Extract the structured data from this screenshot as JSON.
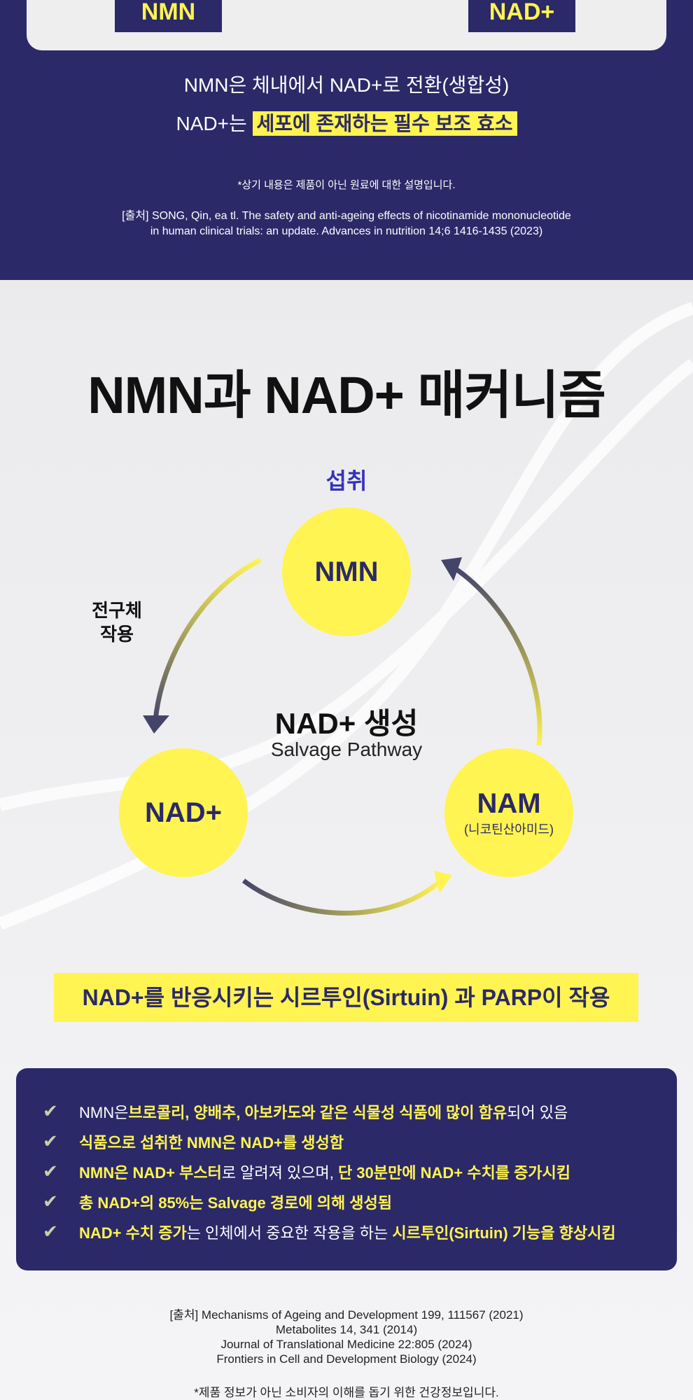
{
  "top": {
    "tag_left": "NMN",
    "tag_right": "NAD+",
    "line1": "NMN은 체내에서 NAD+로 전환(생합성)",
    "line2_prefix": "NAD+는",
    "line2_highlight": "세포에 존재하는 필수 보조 효소",
    "note": "*상기 내용은 제품이 아닌 원료에 대한 설명입니다.",
    "citation_1": "[출처] SONG, Qin, ea tl. The safety and anti-ageing effects of nicotinamide mononucleotide",
    "citation_2": "in human clinical trials: an update. Advances in nutrition 14;6 1416-1435 (2023)"
  },
  "mechanism": {
    "title": "NMN과 NAD+ 매커니즘",
    "intake": "섭취",
    "nmn": "NMN",
    "nad": "NAD+",
    "nam": "NAM",
    "nam_sub": "(니코틴산아미드)",
    "precursor_1": "전구체",
    "precursor_2": "작용",
    "center_title": "NAD+ 생성",
    "center_sub": "Salvage Pathway",
    "banner": "NAD+를 반응시키는 시르투인(Sirtuin) 과 PARP이 작용"
  },
  "facts": [
    {
      "a": "NMN은 ",
      "b": "브로콜리, 양배추, 아보카도와 같은 식물성 식품에 많이 함유",
      "c": "되어 있음"
    },
    {
      "a": "",
      "b": "식품으로 섭취한 NMN은 NAD+를 생성함",
      "c": ""
    },
    {
      "a": "",
      "b": "NMN은 NAD+ 부스터",
      "c": "로 알려져 있으며, ",
      "d": "단 30분만에 NAD+ 수치를 증가시킴"
    },
    {
      "a": "",
      "b": "총 NAD+의 85%는 Salvage 경로에 의해 생성됨",
      "c": ""
    },
    {
      "a": "",
      "b": "NAD+ 수치 증가",
      "c": "는 인체에서 중요한 작용을 하는 ",
      "d": "시르투인(Sirtuin) 기능을 향상시킴"
    }
  ],
  "check": "✔",
  "references": [
    "[출처] Mechanisms of Ageing and Development 199, 111567 (2021)",
    "Metabolites 14, 341 (2014)",
    "Journal of Translational Medicine 22:805 (2024)",
    "Frontiers in Cell and Development Biology (2024)"
  ],
  "footnote": "*제품 정보가 아닌 소비자의 이해를 돕기 위한 건강정보입니다."
}
